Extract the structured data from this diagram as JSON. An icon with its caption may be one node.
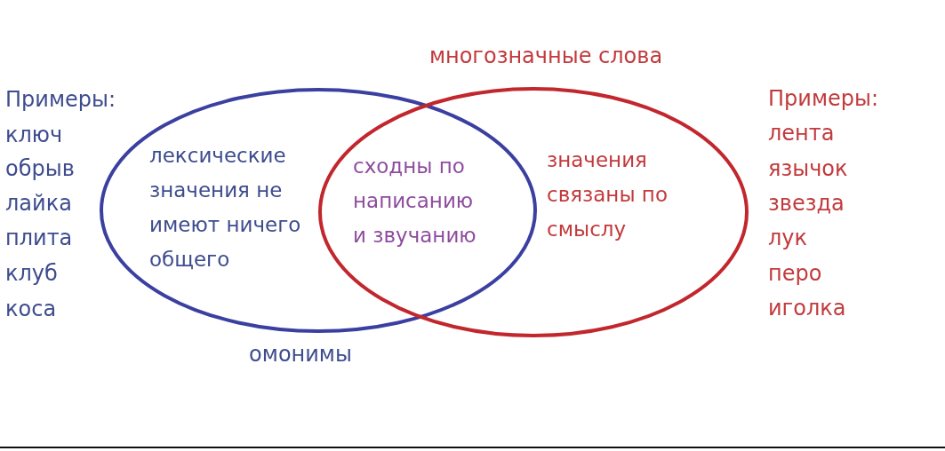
{
  "diagram": {
    "nodes": [
      {
        "text": [
          "лексические значения не имеют ничего общего",
          "омонимы"
        ]
      },
      {
        "text": [
          "многозначные слова",
          "значения связаны по смыслу"
        ]
      }
    ],
    "labels": [
      "Примеры:",
      "ключ",
      "обрыв",
      "лайка",
      "плита",
      "клуб",
      "коса",
      "сходны по написанию и звучанию",
      "Примеры:",
      "лента",
      "язычок",
      "звезда",
      "лук",
      "перо",
      "иголка"
    ]
  }
}
